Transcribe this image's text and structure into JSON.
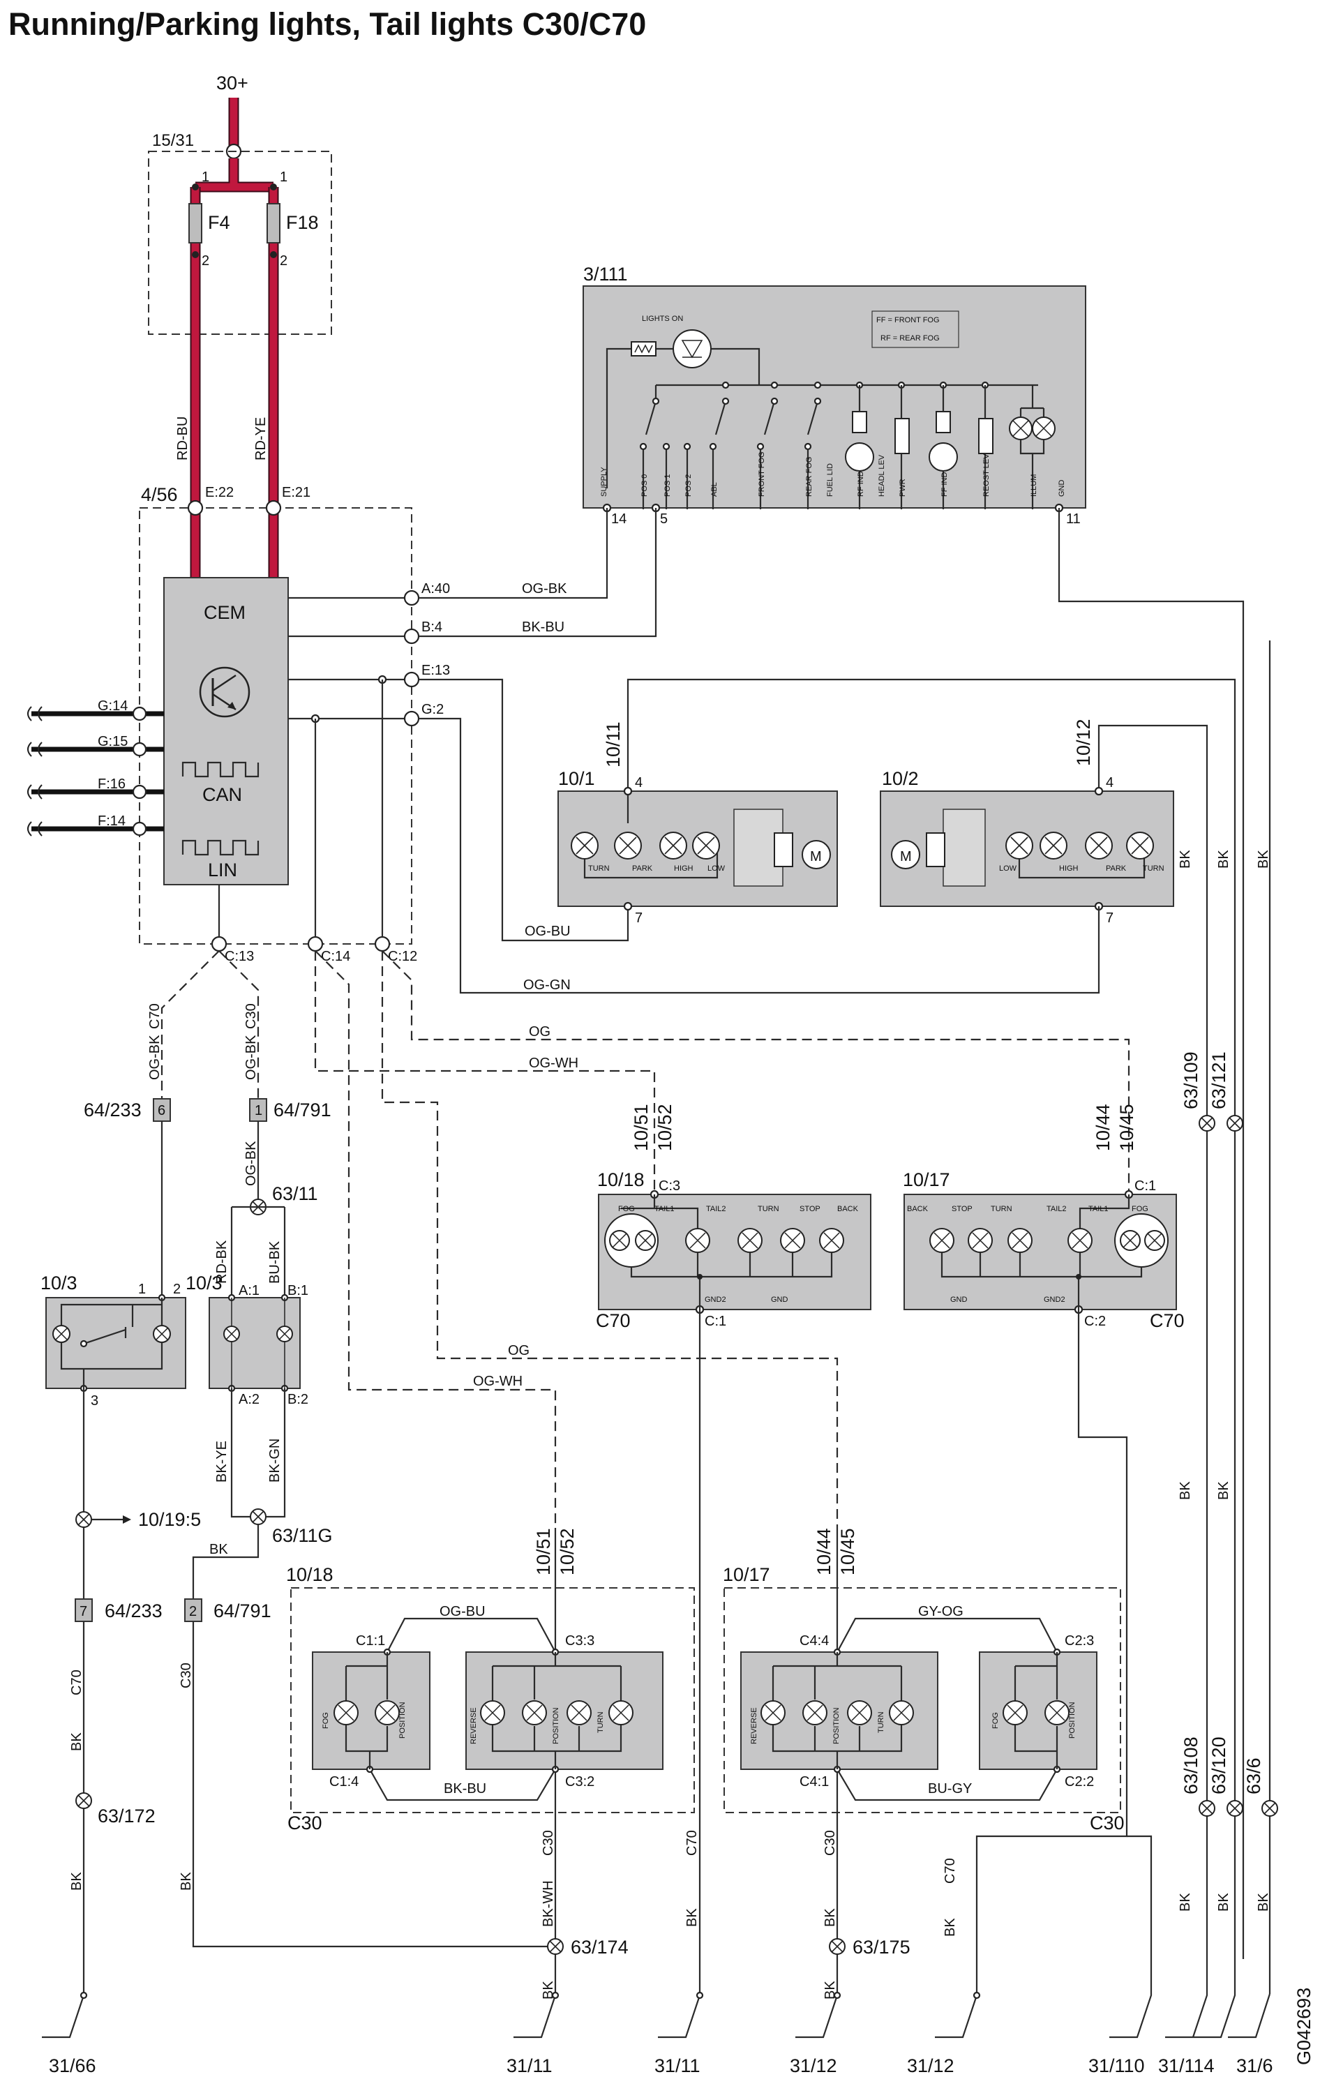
{
  "title": "Running/Parking lights, Tail lights C30/C70",
  "doc_id": "G042693",
  "supply": "30+",
  "fuse_box": {
    "label": "15/31",
    "fuses": [
      "F4",
      "F18"
    ],
    "pin_in": "1",
    "pin_out": "2"
  },
  "wires_top": {
    "left": "RD-BU",
    "right": "RD-YE"
  },
  "cem": {
    "module": "4/56",
    "name": "CEM",
    "can": "CAN",
    "lin": "LIN",
    "pins": {
      "e22": "E:22",
      "e21": "E:21",
      "a40": "A:40",
      "b4": "B:4",
      "e13": "E:13",
      "g2": "G:2",
      "g14": "G:14",
      "g15": "G:15",
      "f16": "F:16",
      "f14": "F:14",
      "c13": "C:13",
      "c14": "C:14",
      "c12": "C:12"
    }
  },
  "switch_module": {
    "label": "3/111",
    "lights_on": "LIGHTS ON",
    "ff": "FF = FRONT FOG",
    "rf": "RF = REAR FOG",
    "pins": [
      "SUPPLY",
      "POS 0",
      "POS 1",
      "POS 2",
      "ABL",
      "FRONT FOG",
      "REAR FOG",
      "FUEL LID",
      "RF IND",
      "HEADL LEV",
      "PWR",
      "FF IND",
      "REOST LEV",
      "ILLUM",
      "GND"
    ],
    "conn": {
      "p14": "14",
      "p5": "5",
      "p11": "11"
    }
  },
  "wires_mid": {
    "og_bk": "OG-BK",
    "bk_bu": "BK-BU",
    "og_bu": "OG-BU",
    "og_gn": "OG-GN",
    "og": "OG",
    "og_wh": "OG-WH",
    "bk": "BK"
  },
  "headlamps": {
    "left": {
      "label": "10/1",
      "conn": "10/11",
      "pin_top": "4",
      "pin_bot": "7",
      "lamps": [
        "TURN",
        "PARK",
        "HIGH",
        "LOW"
      ],
      "motor": "M"
    },
    "right": {
      "label": "10/2",
      "conn": "10/12",
      "pin_top": "4",
      "pin_bot": "7",
      "lamps": [
        "LOW",
        "HIGH",
        "PARK",
        "TURN"
      ],
      "motor": "M"
    }
  },
  "tail_c70": {
    "left": {
      "label": "10/18",
      "conn_a": "10/51",
      "conn_b": "10/52",
      "pin_top": "C:3",
      "pin_bot": "C:1",
      "model": "C70",
      "lamps": [
        "FOG",
        "TAIL1",
        "TAIL2",
        "TURN",
        "STOP",
        "BACK"
      ],
      "gnd": [
        "GND2",
        "GND"
      ]
    },
    "right": {
      "label": "10/17",
      "conn_a": "10/44",
      "conn_b": "10/45",
      "pin_top": "C:1",
      "pin_bot": "C:2",
      "model": "C70",
      "lamps": [
        "BACK",
        "STOP",
        "TURN",
        "TAIL2",
        "TAIL1",
        "FOG"
      ],
      "gnd": [
        "GND",
        "GND2"
      ]
    }
  },
  "splices_right": [
    "63/109",
    "63/121",
    "63/108",
    "63/120",
    "63/6"
  ],
  "left_section": {
    "switch_103": "10/3",
    "pin1": "1",
    "pin2": "2",
    "pin3": "3",
    "relay_103": "10/3",
    "a1": "A:1",
    "b1": "B:1",
    "a2": "A:2",
    "b2": "B:2",
    "conn_6": "6",
    "conn_1": "1",
    "ref_64_233": "64/233",
    "ref_64_791": "64/791",
    "c70": "C70",
    "c30": "C30",
    "og_bk": "OG-BK",
    "rd_bk": "RD-BK",
    "bu_bk": "BU-BK",
    "bk_ye": "BK-YE",
    "bk_gn": "BK-GN",
    "splice_63_11": "63/11",
    "splice_63_11g": "63/11G",
    "ref_10_19_5": "10/19:5",
    "conn_7": "7",
    "conn_2": "2",
    "splice_63_172": "63/172",
    "bk": "BK"
  },
  "tail_c30": {
    "left": {
      "label": "10/18",
      "conn_a": "10/51",
      "conn_b": "10/52",
      "c11": "C1:1",
      "c14": "C1:4",
      "c33": "C3:3",
      "c32": "C3:2",
      "wire_top": "OG-BU",
      "wire_bot": "BK-BU",
      "model": "C30",
      "lamps_a": [
        "FOG",
        "POSITION"
      ],
      "lamps_b": [
        "REVERSE",
        "POSITION",
        "TURN"
      ]
    },
    "right": {
      "label": "10/17",
      "conn_a": "10/44",
      "conn_b": "10/45",
      "c44": "C4:4",
      "c41": "C4:1",
      "c23": "C2:3",
      "c22": "C2:2",
      "wire_top": "GY-OG",
      "wire_bot": "BU-GY",
      "model": "C30",
      "lamps_a": [
        "REVERSE",
        "POSITION",
        "TURN"
      ],
      "lamps_b": [
        "FOG",
        "POSITION"
      ]
    }
  },
  "wires_bottom": {
    "og": "OG",
    "og_wh": "OG-WH",
    "bk_wh": "BK-WH",
    "bk": "BK",
    "c30": "C30",
    "c70": "C70"
  },
  "splices_bottom": [
    "63/174",
    "63/175"
  ],
  "grounds": [
    "31/66",
    "31/11",
    "31/11",
    "31/12",
    "31/12",
    "31/110",
    "31/114",
    "31/6"
  ]
}
